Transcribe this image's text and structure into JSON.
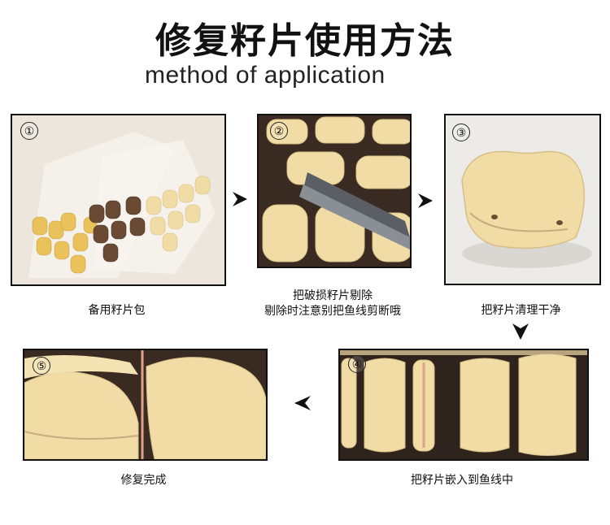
{
  "header": {
    "title": "修复籽片使用方法",
    "subtitle": "method of application"
  },
  "steps": [
    {
      "number": "①",
      "caption_lines": [
        "备用籽片包"
      ]
    },
    {
      "number": "②",
      "caption_lines": [
        "把破损籽片剔除",
        "剔除时注意别把鱼线剪断哦"
      ]
    },
    {
      "number": "③",
      "caption_lines": [
        "把籽片清理干净"
      ]
    },
    {
      "number": "④",
      "caption_lines": [
        "把籽片嵌入到鱼线中"
      ]
    },
    {
      "number": "⑤",
      "caption_lines": [
        "修复完成"
      ]
    }
  ],
  "colors": {
    "frame_border": "#111111",
    "bamboo_light": "#f1dca6",
    "bamboo_yellow": "#e9c25c",
    "bamboo_dark": "#6b4a34",
    "arrow": "#111111"
  }
}
